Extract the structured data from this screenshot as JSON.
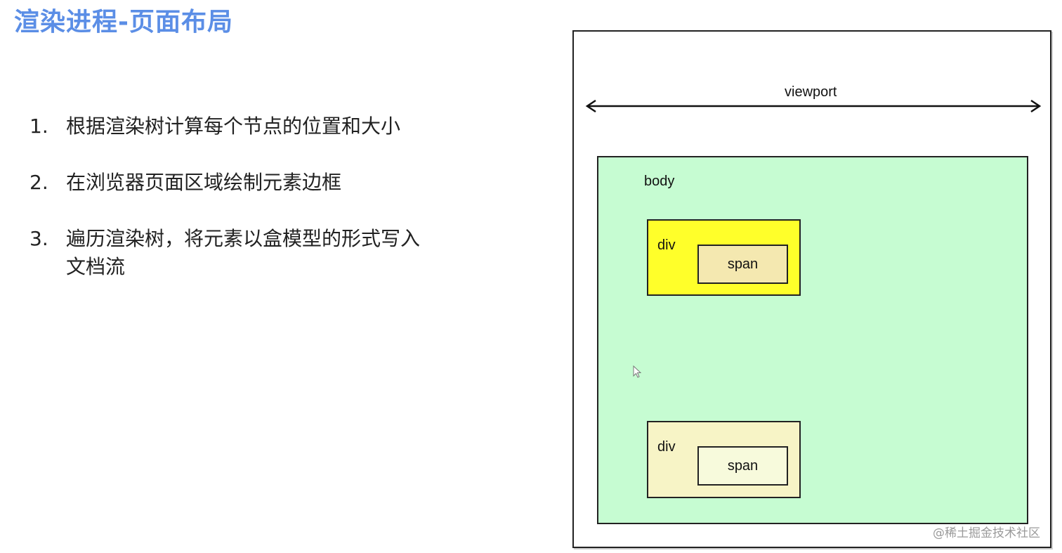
{
  "title": "渲染进程-页面布局",
  "points": [
    {
      "num": "1.",
      "text": "根据渲染树计算每个节点的位置和大小"
    },
    {
      "num": "2.",
      "text": "在浏览器页面区域绘制元素边框"
    },
    {
      "num": "3.",
      "text": "遍历渲染树，将元素以盒模型的形式写入文档流"
    }
  ],
  "diagram": {
    "viewport_label": "viewport",
    "body_label": "body",
    "div1_label": "div",
    "span1_label": "span",
    "div2_label": "div",
    "span2_label": "span",
    "colors": {
      "body_fill": "#c6fcd2",
      "div1_fill": "#ffff2a",
      "span1_fill": "#f4e8b0",
      "div2_fill": "#f7f4c6",
      "span2_fill": "#f7fadc",
      "title": "#5b8ee6"
    }
  },
  "watermark": "@稀土掘金技术社区"
}
